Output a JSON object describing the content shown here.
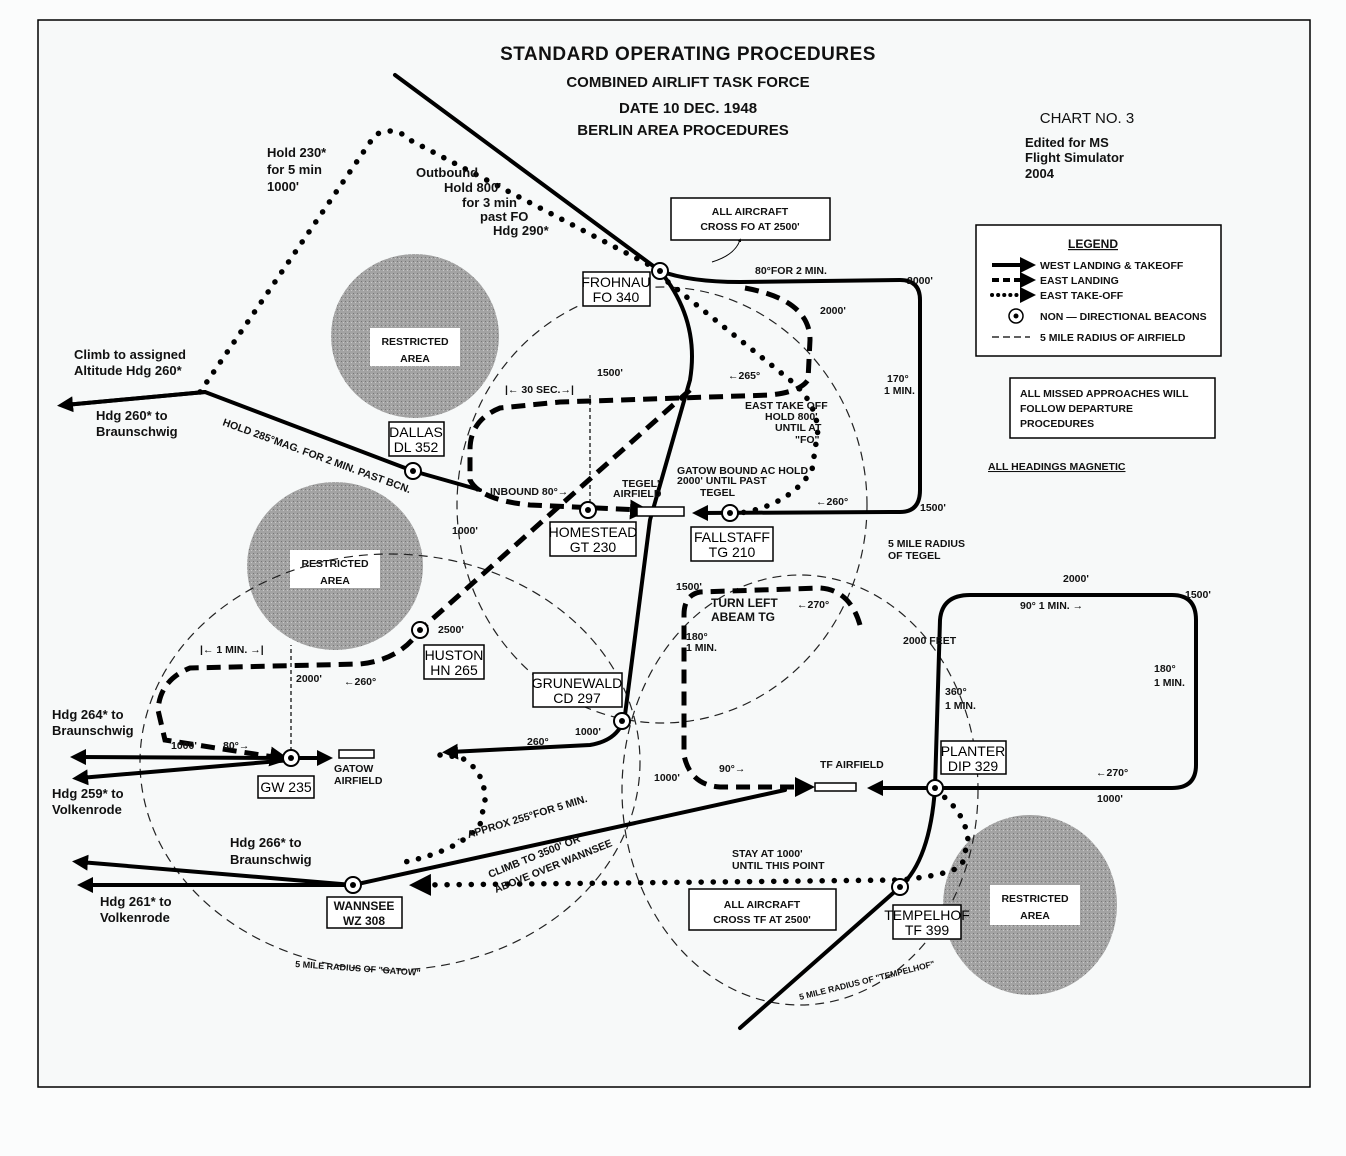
{
  "title": {
    "line1": "STANDARD OPERATING PROCEDURES",
    "line2": "COMBINED AIRLIFT TASK FORCE",
    "line3": "DATE 10 DEC. 1948",
    "line4": "BERLIN AREA PROCEDURES"
  },
  "chart_no": "CHART NO. 3",
  "edited": [
    "Edited for MS",
    "Flight Simulator",
    "2004"
  ],
  "legend": {
    "heading": "LEGEND",
    "items": [
      {
        "icon": "solid-arrow-icon",
        "label": "WEST LANDING & TAKEOFF"
      },
      {
        "icon": "dashed-arrow-icon",
        "label": "EAST LANDING"
      },
      {
        "icon": "dotted-arrow-icon",
        "label": "EAST TAKE-OFF"
      },
      {
        "icon": "beacon-icon",
        "label": "NON — DIRECTIONAL BEACONS"
      },
      {
        "icon": "dashed-line-icon",
        "label": "5 MILE RADIUS OF AIRFIELD"
      }
    ]
  },
  "missed_approach": [
    "ALL MISSED APPROACHES WILL",
    "FOLLOW DEPARTURE",
    "PROCEDURES"
  ],
  "headings_note": "ALL HEADINGS MAGNETIC",
  "restricted_area": [
    "RESTRICTED",
    "AREA"
  ],
  "beacons": {
    "frohnau": {
      "name": "FROHNAU",
      "code": "FO 340"
    },
    "dallas": {
      "name": "DALLAS",
      "code": "DL 352"
    },
    "homestead": {
      "name": "HOMESTEAD",
      "code": "GT 230"
    },
    "fallstaff": {
      "name": "FALLSTAFF",
      "code": "TG 210"
    },
    "huston": {
      "name": "HUSTON",
      "code": "HN 265"
    },
    "grunewald": {
      "name": "GRUNEWALD",
      "code": "CD 297"
    },
    "gatow": {
      "code": "GW 235"
    },
    "planter": {
      "name": "PLANTER",
      "code": "DIP 329"
    },
    "wannsee": {
      "name": "WANNSEE",
      "code": "WZ 308"
    },
    "tempelhof": {
      "name": "TEMPELHOF",
      "code": "TF 399"
    }
  },
  "notes": {
    "cross_fo": [
      "ALL AIRCRAFT",
      "CROSS  FO  AT 2500'"
    ],
    "cross_tf": [
      "ALL AIRCRAFT",
      "CROSS  TF  AT 2500'"
    ],
    "hold230": [
      "Hold 230*",
      "for 5 min",
      "1000'"
    ],
    "outbound": [
      "Outbound",
      "Hold 800'",
      "for  3 min",
      "past FO",
      "Hdg 290*"
    ],
    "climb": [
      "Climb to assigned",
      "Altitude  Hdg 260*"
    ],
    "hdg260": [
      "Hdg 260* to",
      "Braunschwig"
    ],
    "hold285": "HOLD 285°MAG. FOR 2 MIN. PAST BCN.",
    "inbound80": "INBOUND 80°→",
    "sec30": "|← 30 SEC.→|",
    "alt1500a": "1500'",
    "hdg265": "←265°",
    "east_takeoff": [
      "EAST TAKE OFF",
      "HOLD 800'",
      "UNTIL AT",
      "\"FO\""
    ],
    "fo80": "80°FOR 2 MIN.",
    "alt2000a": "2000'",
    "alt2000b": "2000'",
    "hdg170": [
      "170°",
      "1 MIN."
    ],
    "hdg260a": "←260°",
    "alt1500b": "1500'",
    "tegel_airfield": [
      "TEGEL'",
      "AIRFIELD"
    ],
    "gatow_bound": [
      "GATOW BOUND AC HOLD",
      "2000' UNTIL PAST",
      "TEGEL"
    ],
    "alt1000a": "1000'",
    "radius_tegel": [
      "5 MILE RADIUS",
      "OF TEGEL"
    ],
    "min1": "|← 1 MIN. →|",
    "alt2500": "2500'",
    "alt2000c": "2000'",
    "hdg260b": "←260°",
    "hdg264": [
      "Hdg 264* to",
      "Braunschwig"
    ],
    "alt1000b": "1000'",
    "hdg80": "80°→",
    "gatow_airfield": [
      "GATOW",
      "AIRFIELD"
    ],
    "hdg260c": "260°",
    "alt1000c": "1000'",
    "hdg259": [
      "Hdg 259* to",
      "Volkenrode"
    ],
    "hdg266": [
      "Hdg  266* to",
      "Braunschwig"
    ],
    "hdg261": [
      "Hdg  261* to",
      "Volkenrode"
    ],
    "approx255": "← APPROX 255°FOR 5 MIN.",
    "climb3500": [
      "CLIMB TO 3500' OR",
      "ABOVE OVER WANNSEE"
    ],
    "radius_gatow": "5 MILE RADIUS OF \"GATOW\"",
    "alt1500c": "1500'",
    "turn_left": [
      "TURN LEFT",
      "ABEAM TG"
    ],
    "hdg270a": "←270°",
    "hdg180a": [
      "180°",
      "1 MIN."
    ],
    "alt1000d": "1000'",
    "hdg90a": "90°→",
    "tf_airfield": "TF AIRFIELD",
    "stay1000": [
      "STAY AT 1000'",
      "UNTIL THIS POINT"
    ],
    "radius_tempelhof": "5 MILE RADIUS OF \"TEMPELHOF\"",
    "alt2000d": "2000'",
    "hdg90b": "90° 1 MIN. →",
    "alt1500d": "1500'",
    "feet2000": "2000 FEET",
    "hdg360": [
      "360°",
      "1 MIN."
    ],
    "hdg180b": [
      "180°",
      "1 MIN."
    ],
    "hdg270b": "←270°",
    "alt1000e": "1000'"
  },
  "colors": {
    "ink": "#000000",
    "paper": "#ffffff",
    "restricted": "#9a9a9a"
  }
}
